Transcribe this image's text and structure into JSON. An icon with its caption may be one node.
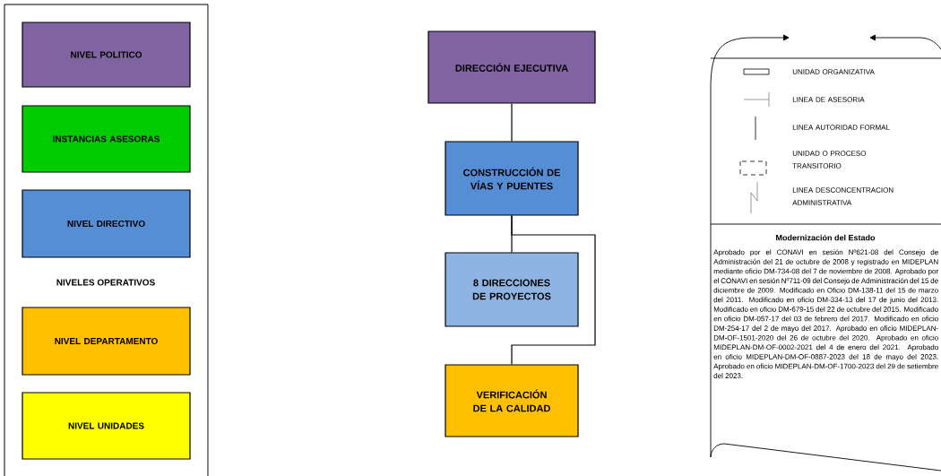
{
  "diagram": {
    "nodes": [
      {
        "text": [
          "NIVEL POLITICO"
        ]
      },
      {
        "text": [
          "INSTANCIAS ASESORAS"
        ]
      },
      {
        "text": [
          "NIVEL DIRECTIVO"
        ]
      },
      {
        "text": [
          "NIVEL DEPARTAMENTO"
        ]
      },
      {
        "text": [
          "NIVEL UNIDADES"
        ]
      },
      {
        "text": [
          "DIRECCIÓN EJECUTIVA"
        ]
      },
      {
        "text": [
          "CONSTRUCCIÓN DE VÍAS Y PUENTES"
        ]
      },
      {
        "text": [
          "8 DIRECCIONES DE PROYECTOS"
        ]
      },
      {
        "text": [
          "VERIFICACIÓN DE LA CALIDAD"
        ]
      }
    ],
    "edges": [
      {
        "from": 5,
        "to": 6,
        "arrow": "none"
      },
      {
        "from": 6,
        "to": 7,
        "arrow": "none"
      },
      {
        "from": 6,
        "to": 8,
        "arrow": "none"
      }
    ],
    "labels": [
      "NIVELES OPERATIVOS",
      "Modernización del Estado",
      "Aprobado por el CONAVI en sesión Nº621-08 del Consejo de Administración del 21 de octubre de 2008 y registrado en MIDEPLAN mediante oficio DM-734-08 del 7 de noviembre de 2008. Aprobado por el CONAVI en sesión Nº711-09 del Consejo de Administración del 15 de diciembre de 2009. Modificado en Oficio DM-138-11 del 15 de marzo del 2011. Modificado en oficio DM-334-13 del 17 de junio del 2013. Modificado en oficio DM-679-15 del 22 de octubre del 2015. Modificado en oficio DM-057-17 del 03 de febrero del 2017. Modificado en oficio DM-254-17 del 2 de mayo del 2017. Aprobado en oficio MIDEPLAN-DM-OF-1501-2020 del 26 de octubre del 2020. Aprobado en oficio MIDEPLAN-DM-OF-0002-2021 del 4 de enero del 2021. Aprobado en oficio MIDEPLAN-DM-OF-0887-2023 del 18 de mayo del 2023. Aprobado en oficio MIDEPLAN-DM-OF-1700-2023 del 29 de setiembre del 2023."
    ],
    "legend": [
      {
        "text": "UNIDAD ORGANIZATIVA"
      },
      {
        "text": "LINEA DE ASESORIA"
      },
      {
        "text": "LINEA AUTORIDAD FORMAL"
      },
      {
        "text": "UNIDAD O PROCESO TRANSITORIO"
      },
      {
        "text": "LINEA DESCONCENTRACION ADMINISTRATIVA"
      }
    ]
  }
}
